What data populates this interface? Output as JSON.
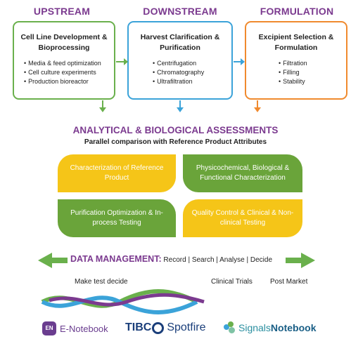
{
  "stages": [
    {
      "title": "UPSTREAM",
      "box_title": "Cell Line Development & Bioprocessing",
      "items": [
        "Media & feed optimization",
        "Cell culture experiments",
        "Production bioreactor"
      ],
      "color": "#6ab04c"
    },
    {
      "title": "DOWNSTREAM",
      "box_title": "Harvest Clarification & Purification",
      "items": [
        "Centrifugation",
        "Chromatography",
        "Ultrafiltration"
      ],
      "color": "#3ba3d9"
    },
    {
      "title": "FORMULATION",
      "box_title": "Excipient Selection & Formulation",
      "items": [
        "Filtration",
        "Filling",
        "Stability"
      ],
      "color": "#f08a2e"
    }
  ],
  "assessments": {
    "title": "ANALYTICAL & BIOLOGICAL ASSESSMENTS",
    "subtitle": "Parallel comparison with Reference Product Attributes",
    "quadrants": [
      {
        "label": "Characterization of Reference Product",
        "color": "#f5c518"
      },
      {
        "label": "Physicochemical, Biological & Functional Characterization",
        "color": "#6aa43a"
      },
      {
        "label": "Purification Optimization & In-process Testing",
        "color": "#6aa43a"
      },
      {
        "label": "Quality Control & Clinical & Non-clinical Testing",
        "color": "#f5c518"
      }
    ]
  },
  "data_management": {
    "label": "DATA MANAGEMENT:",
    "actions": [
      "Record",
      "Search",
      "Analyse",
      "Decide"
    ],
    "separator": "|"
  },
  "timeline": {
    "left_label": "Make test decide",
    "mid_label": "Clinical Trials",
    "right_label": "Post Market"
  },
  "logos": {
    "enotebook_badge": "EN",
    "enotebook": "E-Notebook",
    "tibco": "TIBC",
    "spotfire": "Spotfire",
    "signals": "Signals",
    "notebook": "Notebook"
  },
  "colors": {
    "purple": "#7b3a8f",
    "green": "#6ab04c",
    "blue": "#3ba3d9",
    "orange": "#f08a2e"
  }
}
